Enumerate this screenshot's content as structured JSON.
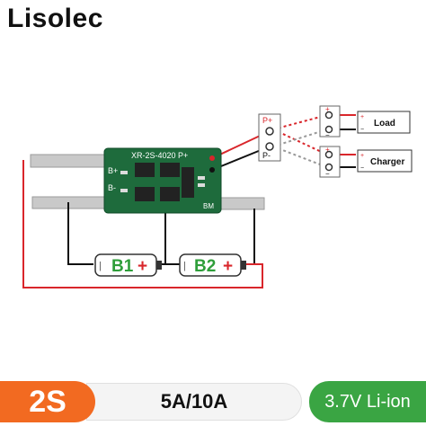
{
  "brand": "Lisolec",
  "board": {
    "model": "XR-2S-4020 P+",
    "pad_b_plus": "B+",
    "pad_b_minus": "B-",
    "pad_bm": "BM"
  },
  "output_terminals": {
    "p_plus": "P+",
    "p_minus": "P-"
  },
  "load": {
    "label": "Load",
    "plus": "+",
    "minus": "−"
  },
  "charger": {
    "label": "Charger",
    "plus": "+",
    "minus": "−"
  },
  "batteries": [
    {
      "label": "B1",
      "plus": "+",
      "minus": "|"
    },
    {
      "label": "B2",
      "plus": "+",
      "minus": "|"
    }
  ],
  "footer": {
    "cells": "2S",
    "current": "5A/10A",
    "chemistry": "3.7V Li-ion"
  },
  "colors": {
    "pcb_green": "#1e6b3c",
    "battery_green": "#2f9e3a",
    "wire_red": "#d9262b",
    "wire_black": "#111111",
    "accent_orange": "#f26a21",
    "accent_green": "#3aa543"
  }
}
